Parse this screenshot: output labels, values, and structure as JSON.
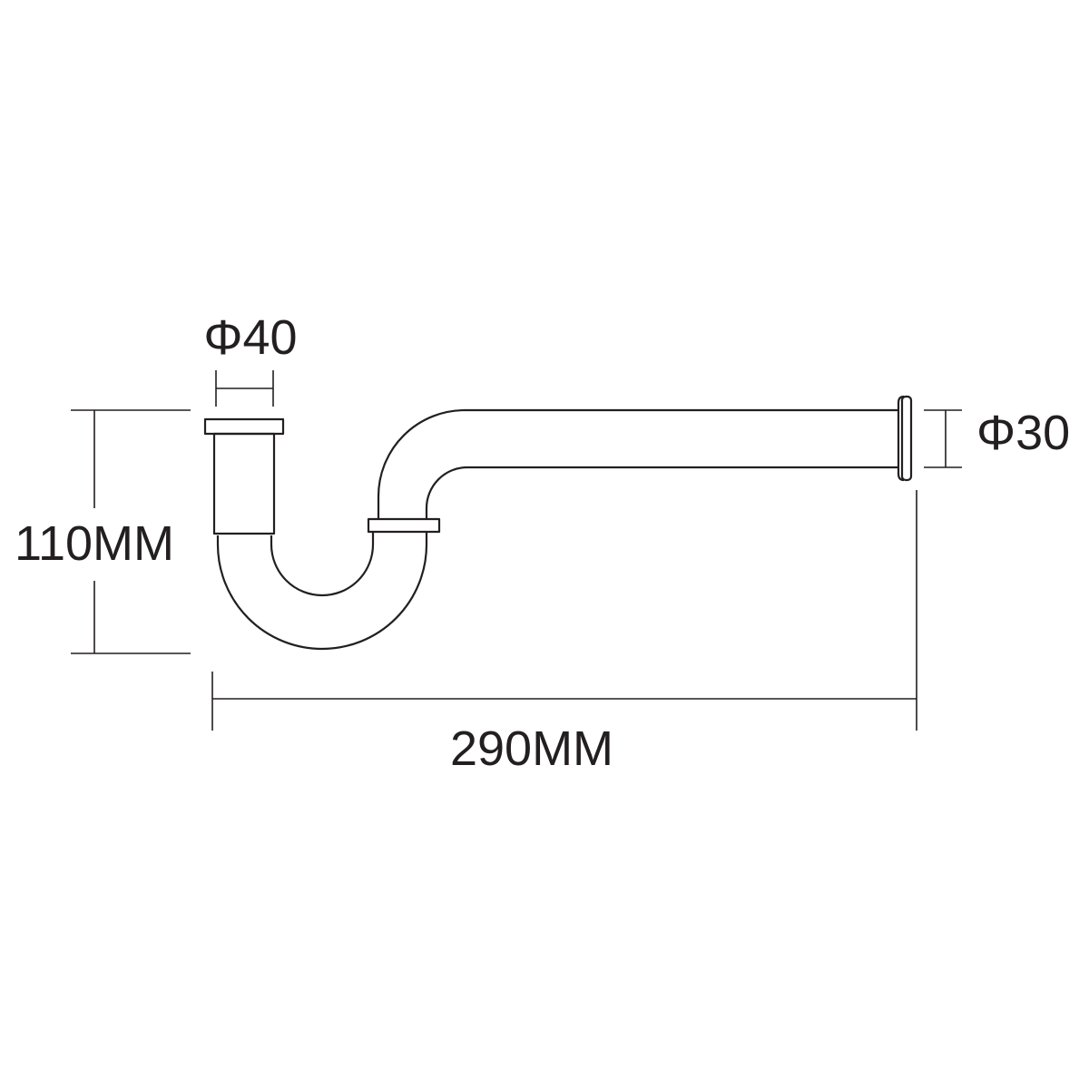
{
  "diagram": {
    "dimensions": {
      "inlet_diameter": "Φ40",
      "outlet_diameter": "Φ30",
      "height": "110MM",
      "length": "290MM"
    },
    "colors": {
      "line": "#231f20",
      "background": "#ffffff"
    }
  }
}
